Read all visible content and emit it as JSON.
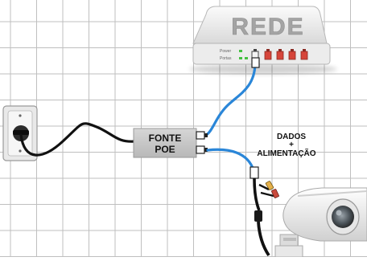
{
  "router": {
    "brand": "REDE",
    "power_label": "Power",
    "ports_label": "Portas"
  },
  "poe_injector": {
    "line1": "FONTE",
    "line2": "POE"
  },
  "annotation": {
    "line1": "DADOS",
    "line2": "+",
    "line3": "ALIMENTAÇÃO"
  },
  "colors": {
    "grid": "#bfbfbf",
    "network_cable": "#2a86d8",
    "power_cable": "#111111",
    "poe_box": "#c8c8c8",
    "router_body": "#e8e8e8",
    "led_green": "#44c040",
    "port_red": "#d6453a"
  },
  "icons": [
    "wall-outlet-icon",
    "router-icon",
    "ip-camera-icon",
    "rj45-plug-icon",
    "dc-plug-icon"
  ]
}
